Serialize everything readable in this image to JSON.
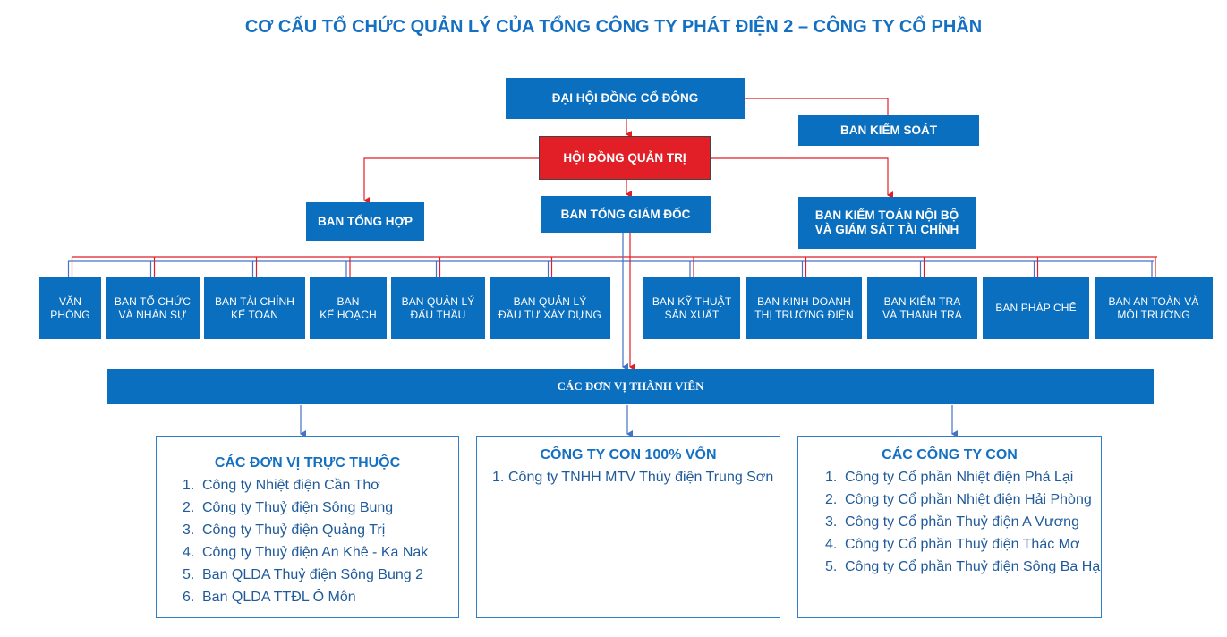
{
  "title": "CƠ CẤU TỔ CHỨC QUẢN LÝ CỦA TỔNG CÔNG TY PHÁT ĐIỆN 2 – CÔNG TY CỔ PHẦN",
  "top": {
    "shareholders": "ĐẠI HỘI ĐỒNG CỔ ĐÔNG",
    "supervisory": "BAN KIỂM SOÁT",
    "board": "HỘI ĐỒNG QUẢN TRỊ",
    "general_affairs": "BAN TỔNG HỢP",
    "ceo": "BAN TỔNG GIÁM ĐỐC",
    "audit": "BAN KIỂM TOÁN NỘI BỘ\nVÀ GIÁM SÁT TÀI CHÍNH"
  },
  "departments": [
    "VĂN\nPHÒNG",
    "BAN TỔ CHỨC\nVÀ NHÂN SỰ",
    "BAN TÀI CHÍNH\nKẾ TOÁN",
    "BAN\nKẾ HOẠCH",
    "BAN QUẢN LÝ\nĐẤU THẦU",
    "BAN QUẢN LÝ\nĐẦU TƯ XÂY DỰNG",
    "BAN KỸ THUẬT\nSẢN XUẤT",
    "BAN KINH DOANH\nTHỊ TRƯỜNG ĐIỆN",
    "BAN KIỂM TRA\nVÀ THANH TRA",
    "BAN PHÁP CHẾ",
    "BAN AN TOÀN VÀ\nMÔI TRƯỜNG"
  ],
  "members_bar": "CÁC ĐƠN VỊ THÀNH VIÊN",
  "panels": {
    "dependent": {
      "title": "CÁC ĐƠN VỊ TRỰC THUỘC",
      "items": [
        {
          "num": "1.",
          "text": "Công ty Nhiệt điện Cần Thơ"
        },
        {
          "num": "2.",
          "text": "Công ty Thuỷ điện Sông Bung"
        },
        {
          "num": "3.",
          "text": "Công ty Thuỷ điện Quảng Trị"
        },
        {
          "num": "4.",
          "text": "Công ty Thuỷ điện An Khê -  Ka Nak"
        },
        {
          "num": "5.",
          "text": "Ban QLDA Thuỷ điện Sông Bung 2"
        },
        {
          "num": "6.",
          "text": "Ban QLDA TTĐL Ô Môn"
        }
      ]
    },
    "wholly_owned": {
      "title": "CÔNG TY CON 100% VỐN",
      "items": [
        {
          "num": "1.",
          "text": "Công ty TNHH MTV Thủy điện Trung Sơn"
        }
      ]
    },
    "subsidiaries": {
      "title": "CÁC CÔNG TY CON",
      "items": [
        {
          "num": "1.",
          "text": "Công ty Cổ phần Nhiệt điện Phả Lại"
        },
        {
          "num": "2.",
          "text": "Công ty Cổ phần Nhiệt điện Hải Phòng"
        },
        {
          "num": "3.",
          "text": "Công ty Cổ phần Thuỷ điện A Vương"
        },
        {
          "num": "4.",
          "text": "Công ty Cổ phần Thuỷ điện Thác Mơ"
        },
        {
          "num": "5.",
          "text": "Công ty Cổ phần Thuỷ điện Sông Ba Hạ"
        }
      ]
    }
  },
  "colors": {
    "box": "#0b6fbf",
    "board": "#e21f26",
    "red_line": "#e21f26",
    "blue_line": "#4472c4",
    "title": "#1470c2"
  }
}
